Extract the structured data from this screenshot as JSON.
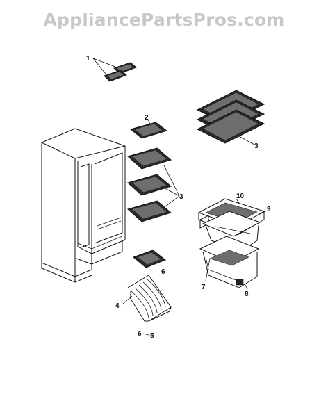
{
  "watermark": "AppliancePartsPros.com",
  "labels": {
    "ice_tray": "1",
    "top_shelf_lead": "2",
    "freezer_shelves": "3",
    "fridge_shelves": "3",
    "bin_basket": "4",
    "basket_rail": "5",
    "basket_pin": "6",
    "small_shelf": "6",
    "pan_frame": "7",
    "crisper_pan": "8",
    "crisper_cover_frame": "9",
    "crisper_cover": "10"
  }
}
